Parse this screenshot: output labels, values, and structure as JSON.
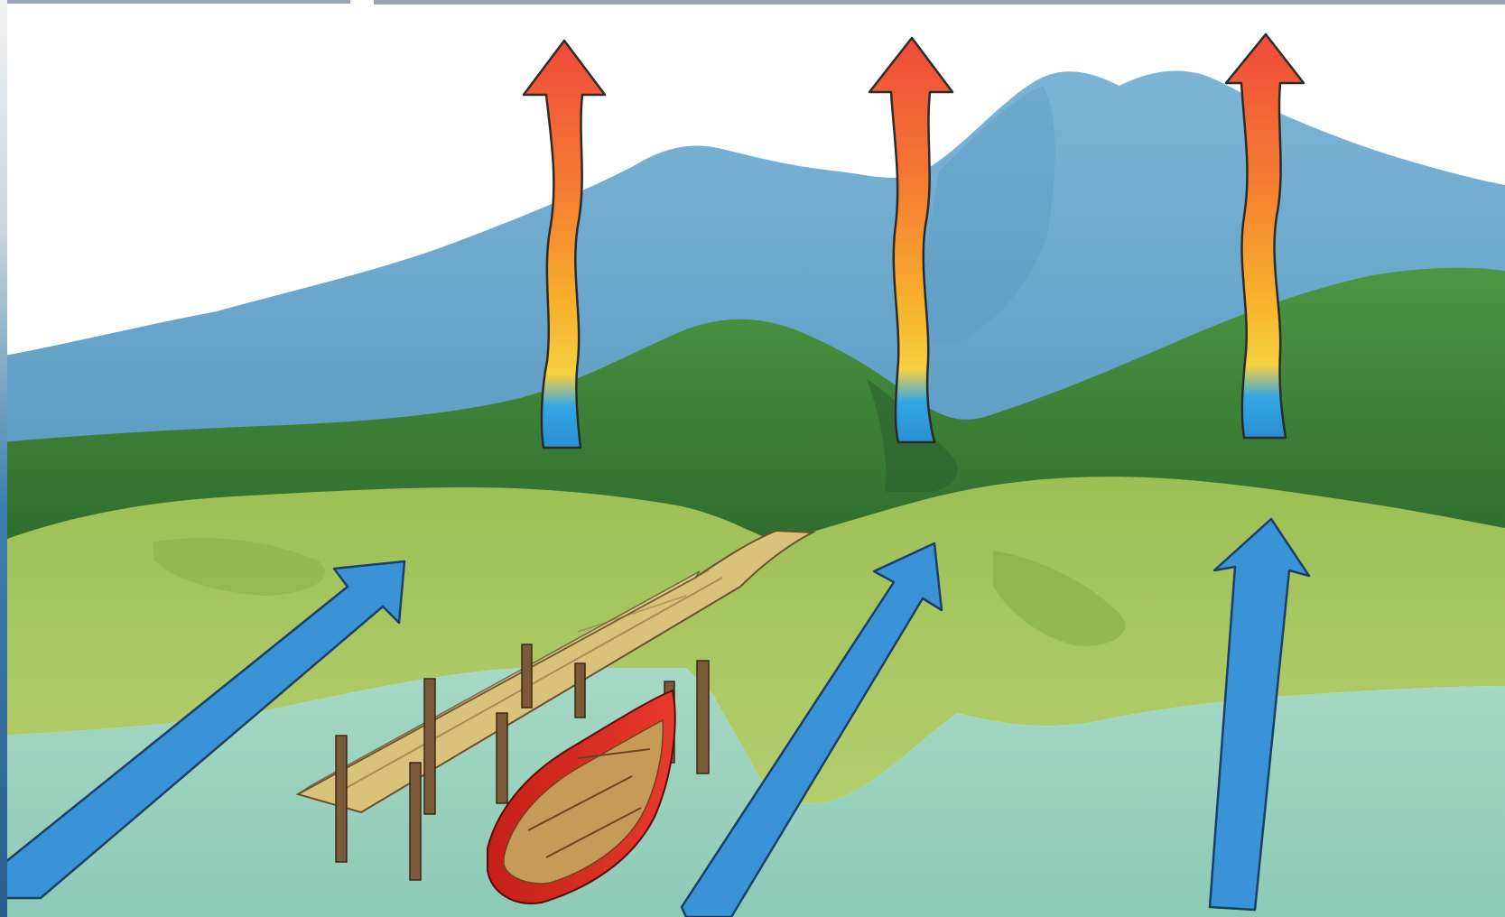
{
  "scene": {
    "subject": "",
    "colors": {
      "sky": "#ffffff",
      "far_mountain": "#79b0d3",
      "far_mountain_dark": "#5f9cc4",
      "mid_hill": "#3f8a3a",
      "mid_hill_dark": "#2f6f2e",
      "near_meadow": "#a9c85e",
      "near_meadow_dark": "#7ea43f",
      "water": "#9fd3c0",
      "water_dark": "#86c6b2",
      "cool_air_arrow": "#3a93d6",
      "warm_air_top": "#ef4a3a",
      "warm_air_mid": "#f7b02c",
      "warm_air_bottom": "#33a6e6",
      "boat": "#d8261e",
      "boat_inside": "#c89a5a",
      "dock": "#d8c27a",
      "dock_post": "#7b5a3a",
      "outline": "#2b2b2b",
      "top_strip": "#9aa3b5",
      "left_edge": "#3f7fae"
    },
    "icons": [
      "cool-air-arrow",
      "warm-air-arrow",
      "mountain-range",
      "green-hill",
      "meadow",
      "lake",
      "wooden-dock",
      "rowboat"
    ]
  }
}
